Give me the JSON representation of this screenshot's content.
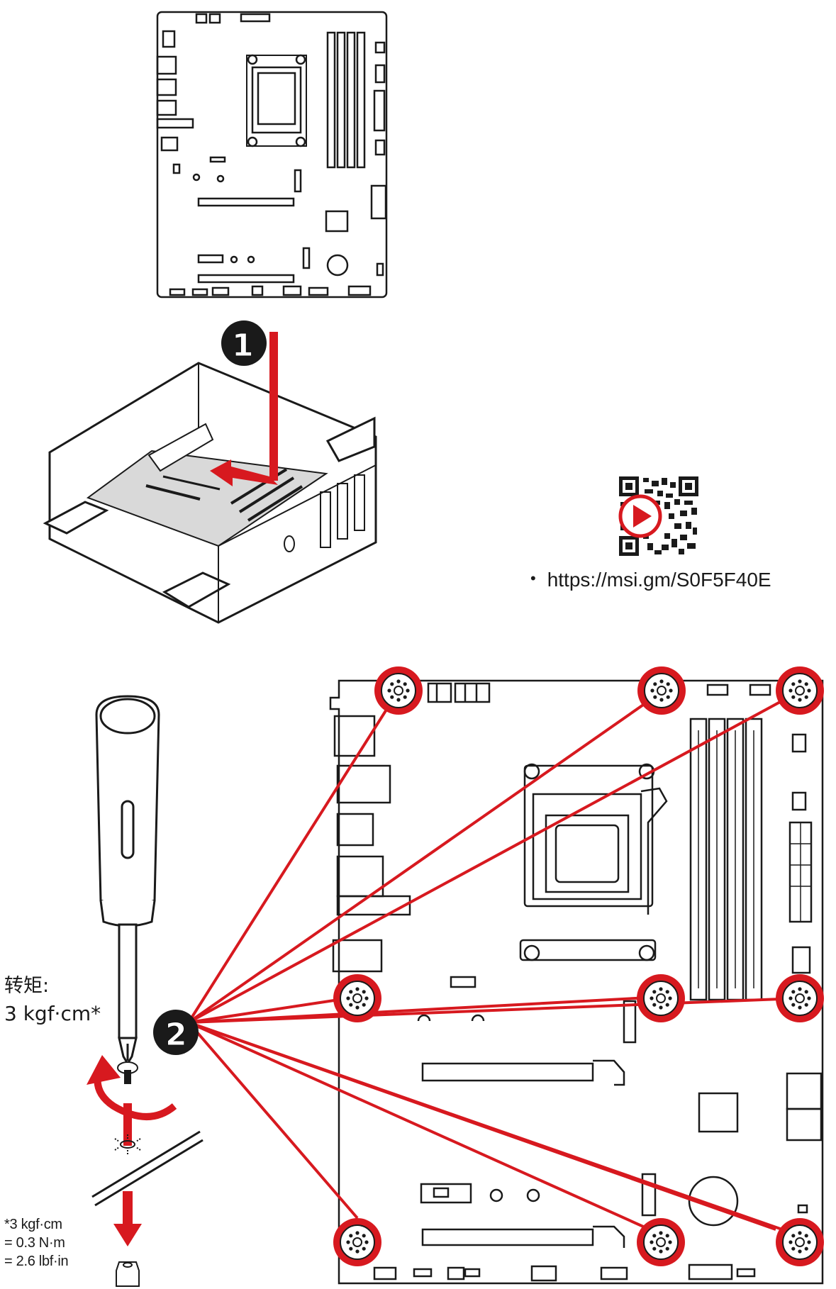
{
  "steps": [
    {
      "number": "1"
    },
    {
      "number": "2"
    }
  ],
  "torque": {
    "label": "转矩:",
    "value": "3 kgf·cm*"
  },
  "conversion": [
    "*3 kgf·cm",
    "= 0.3 N·m",
    "= 2.6 lbf·in"
  ],
  "video": {
    "url": "https://msi.gm/S0F5F40E",
    "qr_icon": "qr-code-icon",
    "play_icon": "play-icon"
  },
  "colors": {
    "accent_red": "#d7191f",
    "line": "#1a1a1a",
    "board_gray": "#d9d9d9"
  }
}
